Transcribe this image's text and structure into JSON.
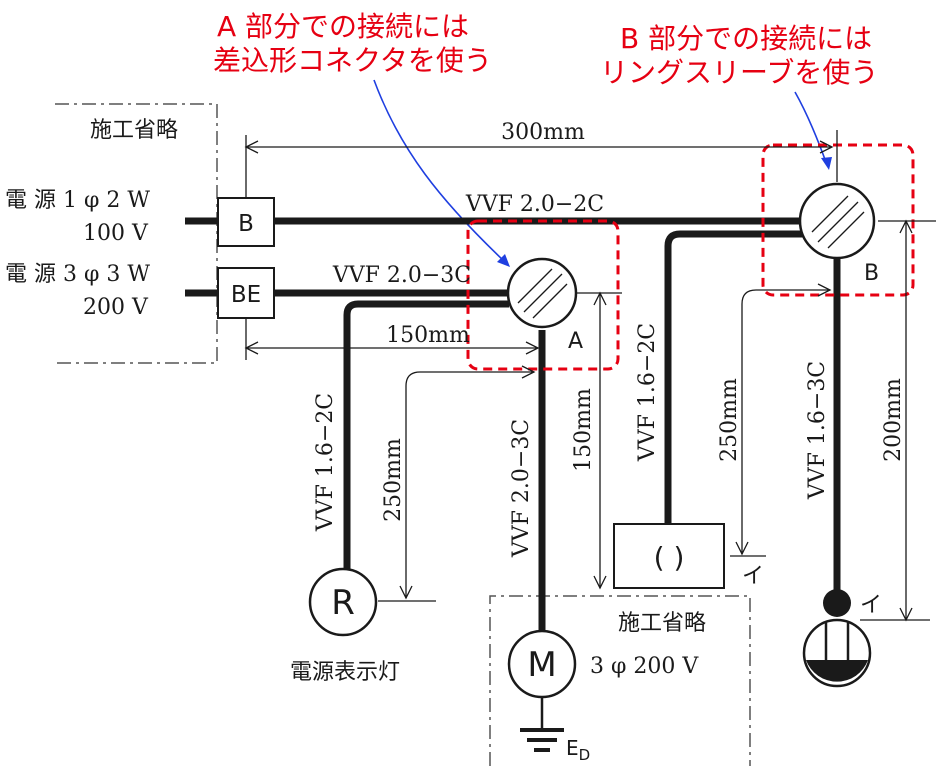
{
  "annotations": {
    "a_line1": "A 部分での接続には",
    "a_line2": "差込形コネクタを使う",
    "b_line1": "B 部分での接続には",
    "b_line2": "リングスリーブを使う"
  },
  "labels": {
    "omitted_top": "施工省略",
    "omitted_bottom": "施工省略",
    "source1_line1": "電 源 1 φ 2 W",
    "source1_line2": "100 V",
    "source2_line1": "電 源 3 φ 3 W",
    "source2_line2": "200 V",
    "box_b": "B",
    "box_be": "BE",
    "junction_a": "A",
    "junction_b": "B",
    "dim_300": "300mm",
    "dim_150_h": "150mm",
    "dim_150_v": "150mm",
    "dim_250_left": "250mm",
    "dim_250_right": "250mm",
    "dim_200": "200mm",
    "cable_main_top": "VVF 2.0−2C",
    "cable_main_be": "VVF 2.0−3C",
    "cable_r": "VVF 1.6−2C",
    "cable_m": "VVF 2.0−3C",
    "cable_outlet": "VVF 1.6−2C",
    "cable_lamp": "VVF 1.6−3C",
    "pilot_symbol": "R",
    "pilot_caption": "電源表示灯",
    "motor_symbol": "M",
    "motor_rating": "3 φ 200 V",
    "ground_label": "E",
    "ground_sub": "D",
    "outlet_symbol": "( )",
    "switch_i": "イ",
    "lamp_i": "イ"
  }
}
